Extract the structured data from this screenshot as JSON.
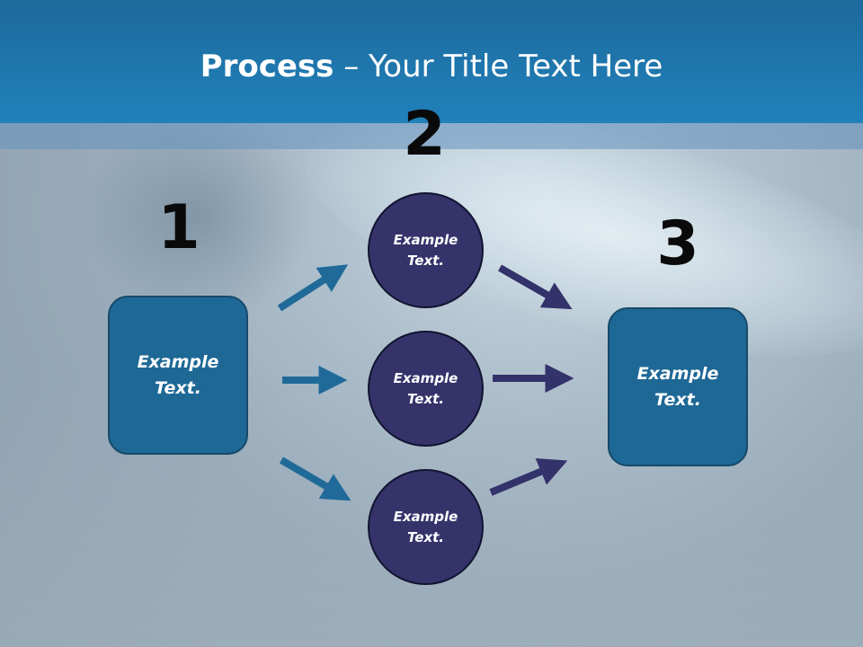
{
  "title": {
    "bold": "Process",
    "rest": " – Your Title Text Here"
  },
  "steps": [
    {
      "number": "1",
      "text": "Example\nText."
    },
    {
      "number": "2",
      "items": [
        "Example\nText.",
        "Example\nText.",
        "Example\nText."
      ]
    },
    {
      "number": "3",
      "text": "Example\nText."
    }
  ],
  "colors": {
    "header": "#2181bb",
    "box_fill": "#1e6896",
    "circle_fill": "#35336a",
    "arrow_blue": "#206a99",
    "arrow_navy": "#33326b"
  }
}
